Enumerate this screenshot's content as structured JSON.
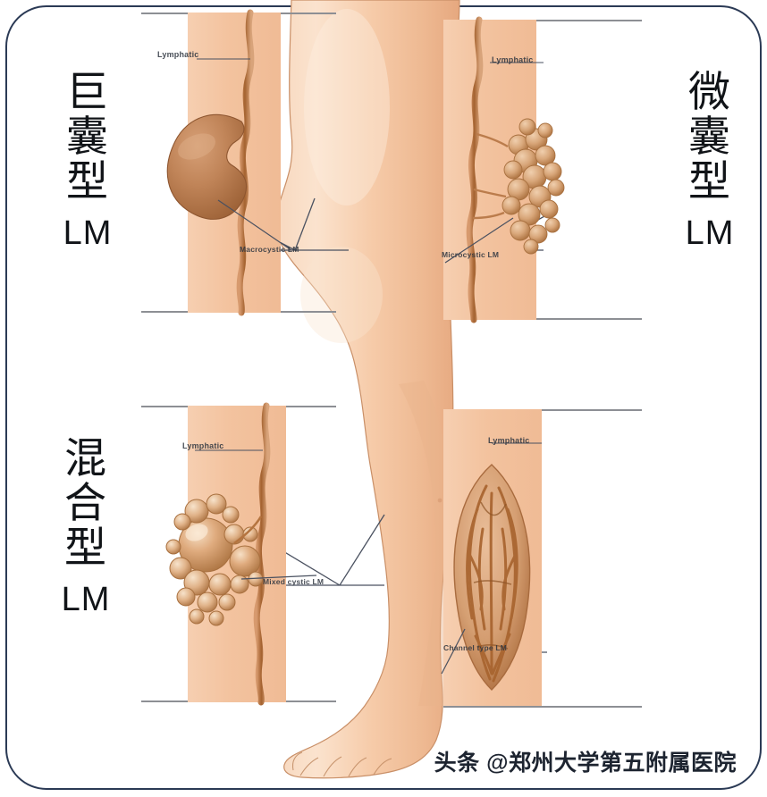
{
  "figure": {
    "title": "Lymphatic malformation (LM) subtypes of the lower limb",
    "frame_color": "#2b3a55",
    "background_color": "#ffffff",
    "skin_color": "#f3c39f",
    "vessel_color": "#b5743f",
    "cyst_color": "#c08458"
  },
  "labels": {
    "macrocystic": {
      "cn_chars": [
        "巨",
        "囊",
        "型"
      ],
      "lm": "LM"
    },
    "microcystic": {
      "cn_chars": [
        "微",
        "囊",
        "型"
      ],
      "lm": "LM"
    },
    "mixed": {
      "cn_chars": [
        "混",
        "合",
        "型"
      ],
      "lm": "LM"
    }
  },
  "panels": [
    {
      "id": "macrocystic",
      "position": "top-left",
      "lymphatic_label": "Lymphatic",
      "type_label": "Macrocystic LM",
      "description": "Single large brown cyst bulging from the lymphatic vessel"
    },
    {
      "id": "microcystic",
      "position": "top-right",
      "lymphatic_label": "Lymphatic",
      "type_label": "Microcystic LM",
      "description": "Grape-like cluster of many small cysts along the vessel"
    },
    {
      "id": "mixed",
      "position": "bottom-left",
      "lymphatic_label": "Lymphatic",
      "type_label": "Mixed cystic LM",
      "description": "Combination of one large cyst with many small cysts"
    },
    {
      "id": "channel",
      "position": "bottom-right",
      "lymphatic_label": "Lymphatic",
      "type_label": "Channel type LM",
      "description": "Fusiform dilated vessel filled with tangled channels"
    }
  ],
  "watermark": {
    "text": "头条 @郑州大学第五附属医院"
  }
}
